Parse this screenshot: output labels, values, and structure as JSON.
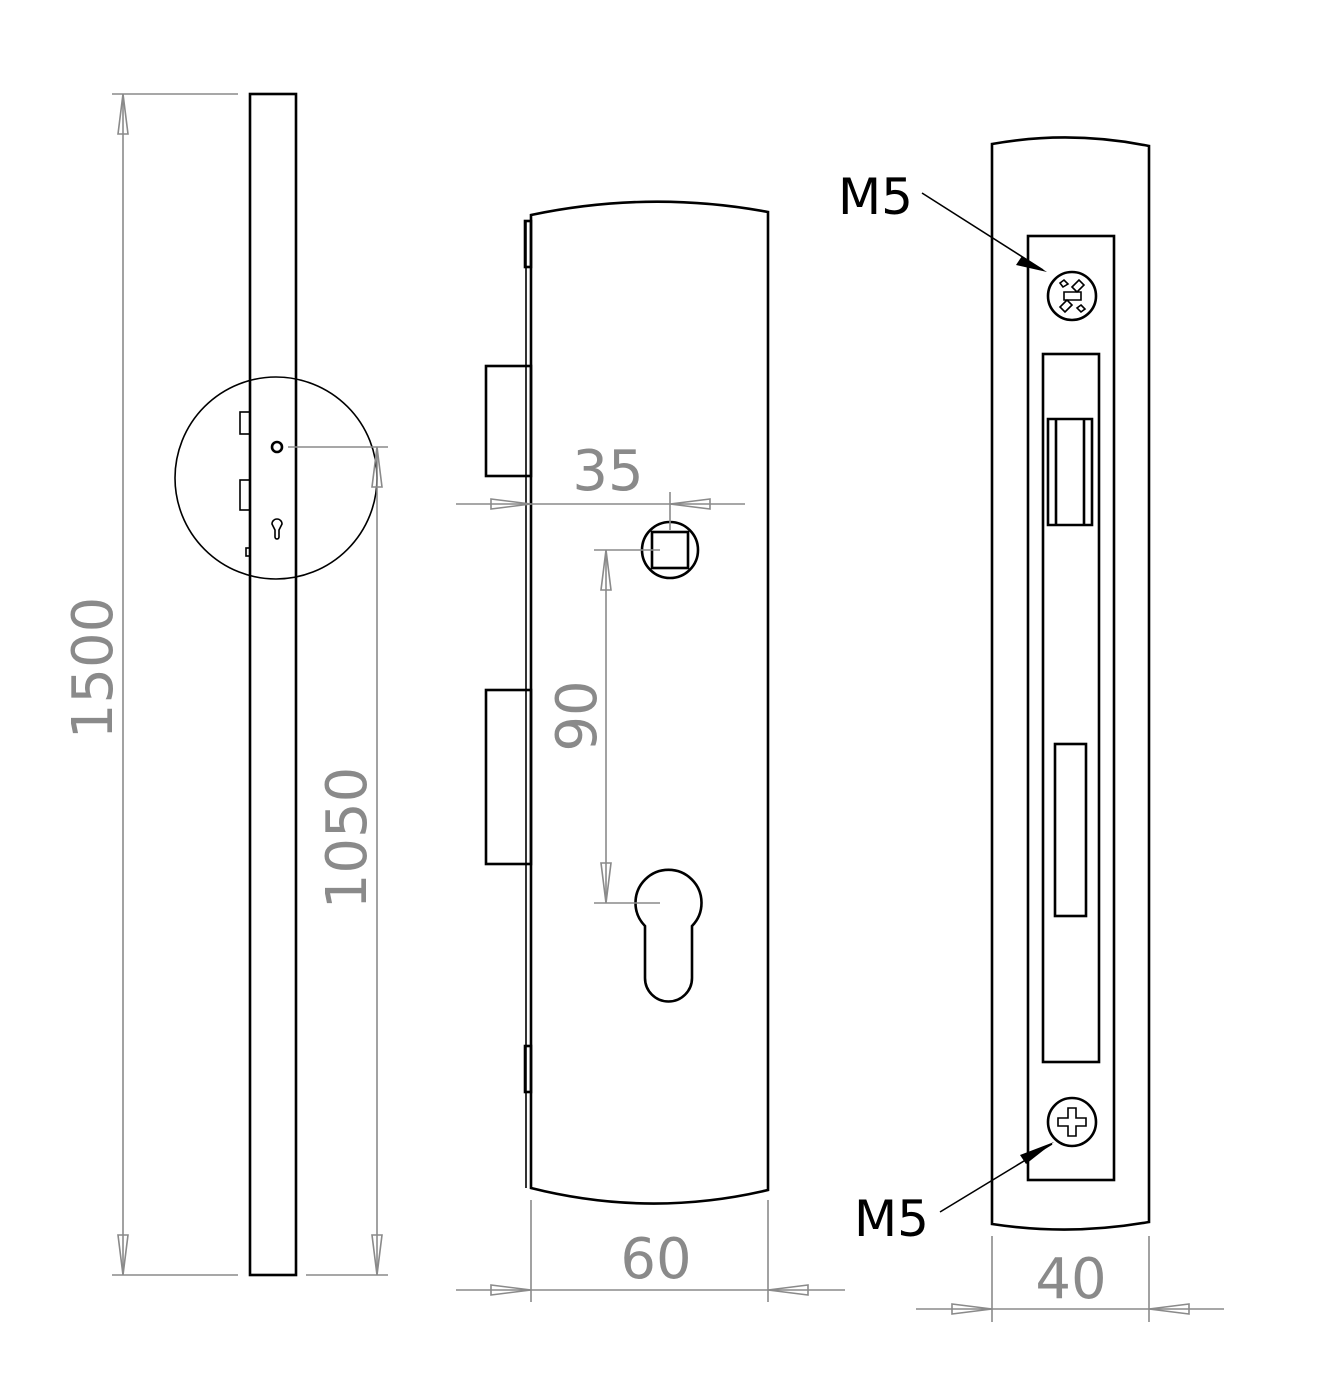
{
  "dimensions": {
    "overall_height": "1500",
    "handle_height": "1050",
    "backset": "35",
    "center_distance": "90",
    "plate_width": "60",
    "faceplate_width": "40"
  },
  "callouts": {
    "top_screw": "M5",
    "bottom_screw": "M5"
  },
  "colors": {
    "object_line": "#000000",
    "dimension_line": "#8a8a8a",
    "background": "#ffffff"
  }
}
